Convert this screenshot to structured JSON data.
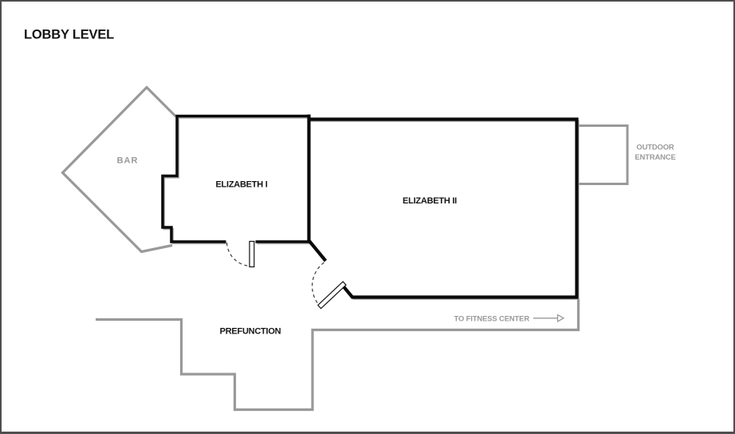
{
  "title": "LOBBY LEVEL",
  "colors": {
    "wall_black": "#0a0a0a",
    "wall_gray": "#999999",
    "label_black": "#151515",
    "label_gray": "#9a9a9a"
  },
  "rooms": {
    "bar": {
      "label": "BAR"
    },
    "elizabeth_1": {
      "label": "ELIZABETH I"
    },
    "elizabeth_2": {
      "label": "ELIZABETH II"
    },
    "prefunction": {
      "label": "PREFUNCTION"
    },
    "outdoor_entrance": {
      "line1": "OUTDOOR",
      "line2": "ENTRANCE"
    }
  },
  "annotations": {
    "fitness": {
      "label": "TO FITNESS CENTER",
      "arrow": "right-open-triangle"
    }
  }
}
